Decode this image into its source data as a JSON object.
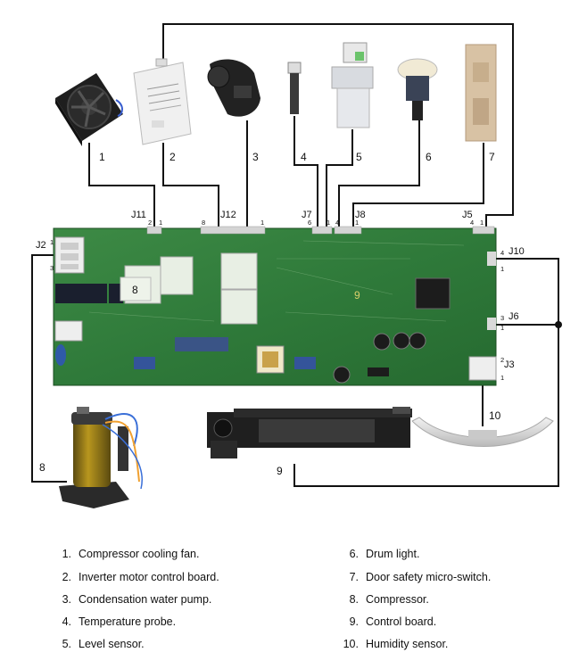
{
  "callouts": {
    "c1": "1",
    "c2": "2",
    "c3": "3",
    "c4": "4",
    "c5": "5",
    "c6": "6",
    "c7": "7",
    "c8_board": "8",
    "c9_board": "9",
    "c8_comp": "8",
    "c9_ctrl": "9",
    "c10": "10"
  },
  "connectors": {
    "J11": "J11",
    "J12": "J12",
    "J7": "J7",
    "J8": "J8",
    "J5": "J5",
    "J2": "J2",
    "J10": "J10",
    "J6": "J6",
    "J3": "J3"
  },
  "pins": {
    "j11_2": "2",
    "j11_1": "1",
    "j12_8": "8",
    "j12_1": "1",
    "j7_6": "6",
    "j7_1": "1",
    "j8_4": "4",
    "j8_1": "1",
    "j5_4": "4",
    "j5_1": "1",
    "j2_1": "1",
    "j2_3": "3",
    "j10_4": "4",
    "j10_1": "1",
    "j6_3": "3",
    "j6_1": "1",
    "j3_2": "2",
    "j3_1": "1"
  },
  "legend": {
    "left": [
      {
        "num": "1.",
        "text": "Compressor cooling fan."
      },
      {
        "num": "2.",
        "text": "Inverter motor control board."
      },
      {
        "num": "3.",
        "text": "Condensation water pump."
      },
      {
        "num": "4.",
        "text": "Temperature probe."
      },
      {
        "num": "5.",
        "text": "Level sensor."
      }
    ],
    "right": [
      {
        "num": "6.",
        "text": "Drum light."
      },
      {
        "num": "7.",
        "text": "Door safety micro-switch."
      },
      {
        "num": "8.",
        "text": "Compressor."
      },
      {
        "num": "9.",
        "text": "Control board."
      },
      {
        "num": "10.",
        "text": "Humidity sensor."
      }
    ]
  },
  "colors": {
    "pcb": "#2f7a3a",
    "pcb_dark": "#1f5a2a",
    "wire": "#111111",
    "relay": "#e8efe4",
    "connector": "#d9d9d9"
  }
}
